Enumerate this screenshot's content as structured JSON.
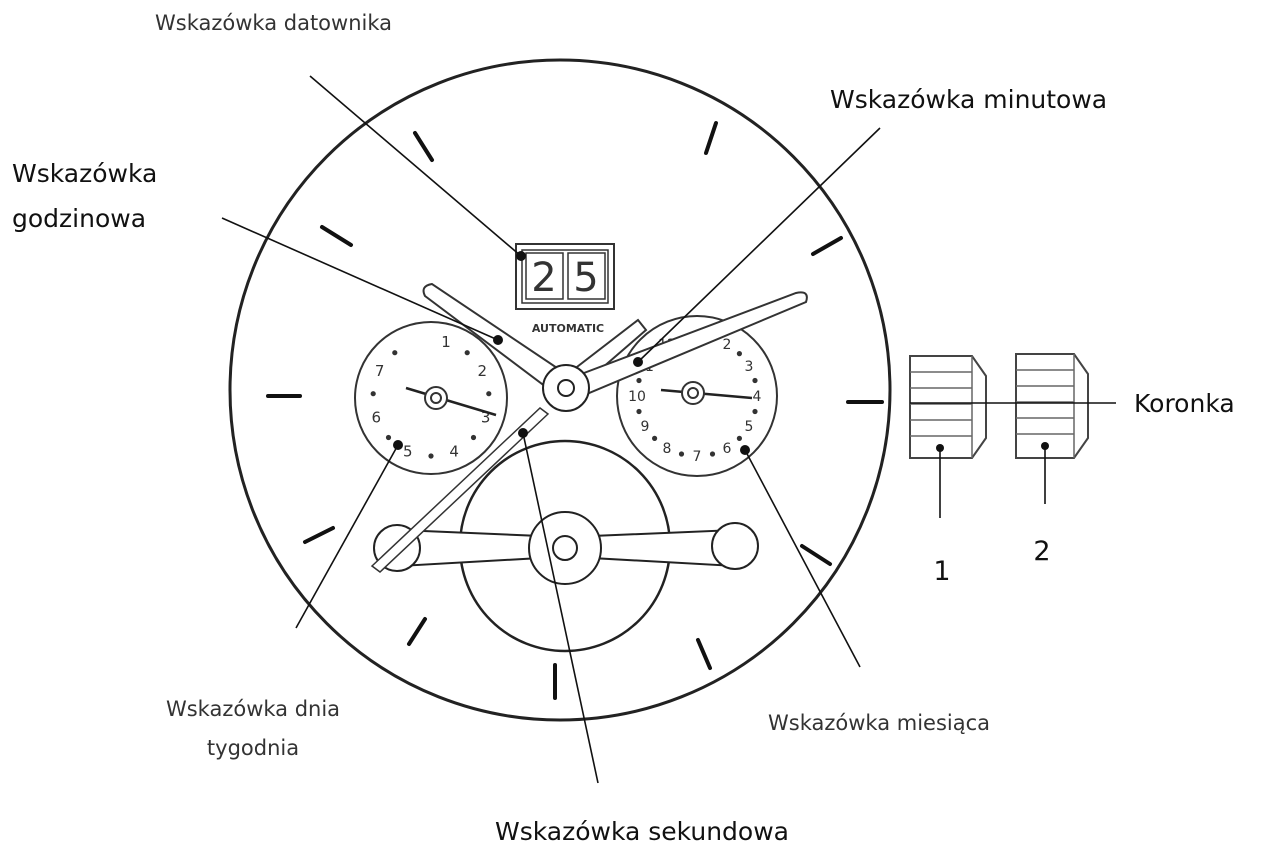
{
  "labels": {
    "date_hand": "Wskazówka datownika",
    "minute_hand": "Wskazówka minutowa",
    "hour_hand_line1": "Wskazówka",
    "hour_hand_line2": "godzinowa",
    "crown": "Koronka",
    "crown_position_1": "1",
    "crown_position_2": "2",
    "weekday_hand_line1": "Wskazówka dnia",
    "weekday_hand_line2": "tygodnia",
    "month_hand": "Wskazówka miesiąca",
    "second_hand": "Wskazówka sekundowa"
  },
  "dial": {
    "date_digit_1": "2",
    "date_digit_2": "5",
    "brand_text": "AUTOMATIC"
  },
  "weekday_subdial": {
    "numbers": [
      "1",
      "2",
      "3",
      "4",
      "5",
      "6",
      "7"
    ]
  },
  "month_subdial": {
    "numbers": [
      "1",
      "2",
      "3",
      "4",
      "5",
      "6",
      "7",
      "8",
      "9",
      "10",
      "11",
      "12"
    ]
  }
}
